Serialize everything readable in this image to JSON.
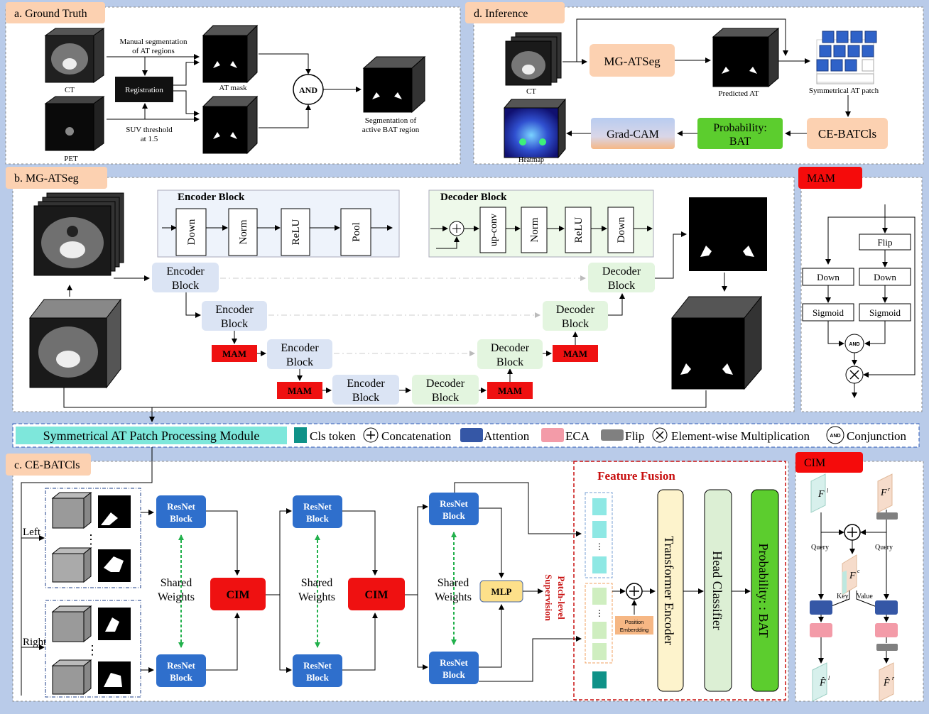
{
  "panels": {
    "a": {
      "tag": "a. Ground Truth",
      "ct": "CT",
      "pet": "PET",
      "manual_1": "Manual segmentation",
      "manual_2": "of AT regions",
      "registration": "Registration",
      "suv_1": "SUV threshold",
      "suv_2": "at 1.5",
      "at_mask": "AT mask",
      "and": "AND",
      "seg_1": "Segmentation of",
      "seg_2": "active BAT region"
    },
    "b": {
      "tag": "b. MG-ATSeg",
      "encoder_title": "Encoder Block",
      "encoder_steps": [
        "Down",
        "Norm",
        "ReLU",
        "Pool"
      ],
      "decoder_title": "Decoder Block",
      "decoder_steps": [
        "up-conv",
        "Norm",
        "ReLU",
        "Down"
      ],
      "enc_1": "Encoder",
      "enc_2": "Block",
      "dec_1": "Decoder",
      "dec_2": "Block",
      "mam": "MAM"
    },
    "d": {
      "tag": "d. Inference",
      "ct": "CT",
      "mg_atseg": "MG-ATSeg",
      "predicted": "Predicted AT",
      "sym_patch": "Symmetrical AT patch",
      "ce_batcls": "CE-BATCls",
      "prob_1": "Probability:",
      "prob_2": "BAT",
      "gradcam": "Grad-CAM",
      "heatmap": "Heatmap"
    },
    "mam": {
      "tag": "MAM",
      "flip": "Flip",
      "down": "Down",
      "sigmoid": "Sigmoid",
      "and": "AND"
    },
    "legend": {
      "module": "Symmetrical AT Patch Processing Module",
      "items": [
        "Cls token",
        "Concatenation",
        "Attention",
        "ECA",
        "Flip",
        "Element-wise Multiplication",
        "Conjunction"
      ],
      "and": "AND"
    },
    "c": {
      "tag": "c. CE-BATCls",
      "left": "Left",
      "right": "Right",
      "resnet_1": "ResNet",
      "resnet_2": "Block",
      "shared_1": "Shared",
      "shared_2": "Weights",
      "cim": "CIM",
      "mlp": "MLP",
      "patch_1": "Patch-level",
      "patch_2": "Supervision",
      "fusion": "Feature Fusion",
      "pos_1": "Position",
      "pos_2": "Emberdding",
      "transformer": "Transformer Encoder",
      "head": "Head Classifier",
      "prob": "Probability: : BAT",
      "dots": "⋮",
      "hdots": "⋯"
    },
    "cim": {
      "tag": "CIM",
      "query": "Query",
      "key": "Key",
      "value": "Value"
    }
  },
  "colors": {
    "tag_orange": "#fcd1b1",
    "tag_red": "#f50b0b",
    "enc_block": "#dbe4f4",
    "dec_block": "#e3f5df",
    "mam_red": "#ef1111",
    "legend_cyan": "#7ee7db",
    "cls_teal": "#0f9288",
    "attn_blue": "#3557a6",
    "eca_pink": "#f39ba8",
    "flip_gray": "#808080",
    "resnet_blue": "#2f6fcc",
    "mlp_yellow": "#fde08a",
    "transformer": "#fdf3cc",
    "head": "#dcefd4",
    "prob_green": "#5ccd2e",
    "fusion_red": "#c80f0f"
  }
}
